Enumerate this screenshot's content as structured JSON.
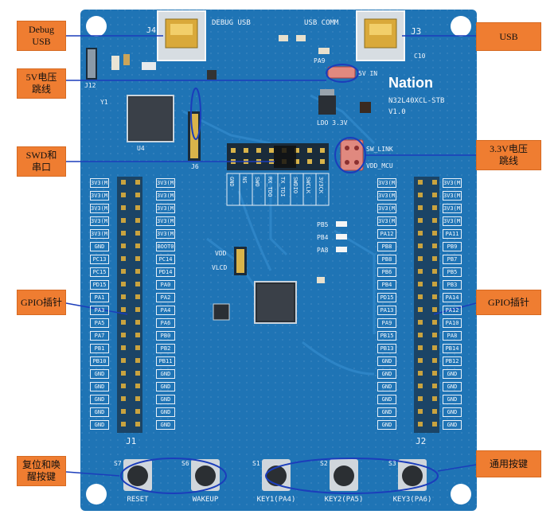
{
  "callouts": [
    {
      "id": "debug-usb",
      "text": "Debug\nUSB"
    },
    {
      "id": "vin-jumper",
      "text": "5V电压\n跳线"
    },
    {
      "id": "swd",
      "text": "SWD和\n串口"
    },
    {
      "id": "gpio-left",
      "text": "GPIO插针"
    },
    {
      "id": "reset-wake",
      "text": "复位和唤\n醒按键"
    },
    {
      "id": "usb",
      "text": "USB"
    },
    {
      "id": "v33",
      "text": "3.3V电压\n跳线"
    },
    {
      "id": "gpio-right",
      "text": "GPIO插针"
    },
    {
      "id": "keys",
      "text": "通用按键"
    }
  ],
  "board": {
    "logo": "Nation",
    "model": "N32L40XCL-STB",
    "version": "V1.0",
    "silk": {
      "j4": "J4",
      "debug_usb": "DEBUG USB",
      "usb_comm": "USB COMM",
      "j3": "J3",
      "c10": "C10",
      "pa9": "PA9",
      "vin": "5V IN",
      "ldo": "LDO 3.3V",
      "sw_link": "SW_LINK",
      "vdd_mcu": "VDD_MCU",
      "vdd": "VDD",
      "vlcd": "VLCD",
      "j1": "J1",
      "j2": "J2",
      "j6": "J6",
      "j12": "J12",
      "u4": "U4",
      "y1": "Y1",
      "pb5": "PB5",
      "pb4": "PB4",
      "pa8": "PA8"
    },
    "swd_header_pins": [
      "GND",
      "NS",
      "SWO",
      "RX_TDO",
      "TX_TDI",
      "SWDIO",
      "SWCLK",
      "3V3CK"
    ],
    "left_outer_pins": [
      "3V3(M)",
      "3V3(M)",
      "3V3(M)",
      "3V3(M)",
      "3V3(M)",
      "GND",
      "PC13",
      "PC15",
      "PD15",
      "PA1",
      "PA3",
      "PA5",
      "PA7",
      "PB1",
      "PB10",
      "GND",
      "GND",
      "GND",
      "GND",
      "GND"
    ],
    "left_inner_pins": [
      "3V3(M)",
      "3V3(M)",
      "3V3(M)",
      "3V3(M)",
      "3V3(M)",
      "BOOT0",
      "PC14",
      "PD14",
      "PA0",
      "PA2",
      "PA4",
      "PA6",
      "PB0",
      "PB2",
      "PB11",
      "GND",
      "GND",
      "GND",
      "GND",
      "GND"
    ],
    "right_inner_pins": [
      "3V3(M)",
      "3V3(M)",
      "3V3(M)",
      "3V3(M)",
      "PA12",
      "PB8",
      "PB8",
      "PB6",
      "PB4",
      "PD15",
      "PA13",
      "PA9",
      "PB15",
      "PB13",
      "GND",
      "GND",
      "GND",
      "GND",
      "GND",
      "GND"
    ],
    "right_outer_pins": [
      "3V3(M)",
      "3V3(M)",
      "3V3(M)",
      "3V3(M)",
      "PA11",
      "PB9",
      "PB7",
      "PB5",
      "PB3",
      "PA14",
      "PA12",
      "PA10",
      "PA8",
      "PB14",
      "PB12",
      "GND",
      "GND",
      "GND",
      "GND",
      "GND"
    ],
    "buttons": [
      {
        "silk": "S7",
        "label": "RESET"
      },
      {
        "silk": "S6",
        "label": "WAKEUP"
      },
      {
        "silk": "S1",
        "label": "KEY1(PA4)"
      },
      {
        "silk": "S2",
        "label": "KEY2(PA5)"
      },
      {
        "silk": "S3",
        "label": "KEY3(PA6)"
      }
    ]
  }
}
